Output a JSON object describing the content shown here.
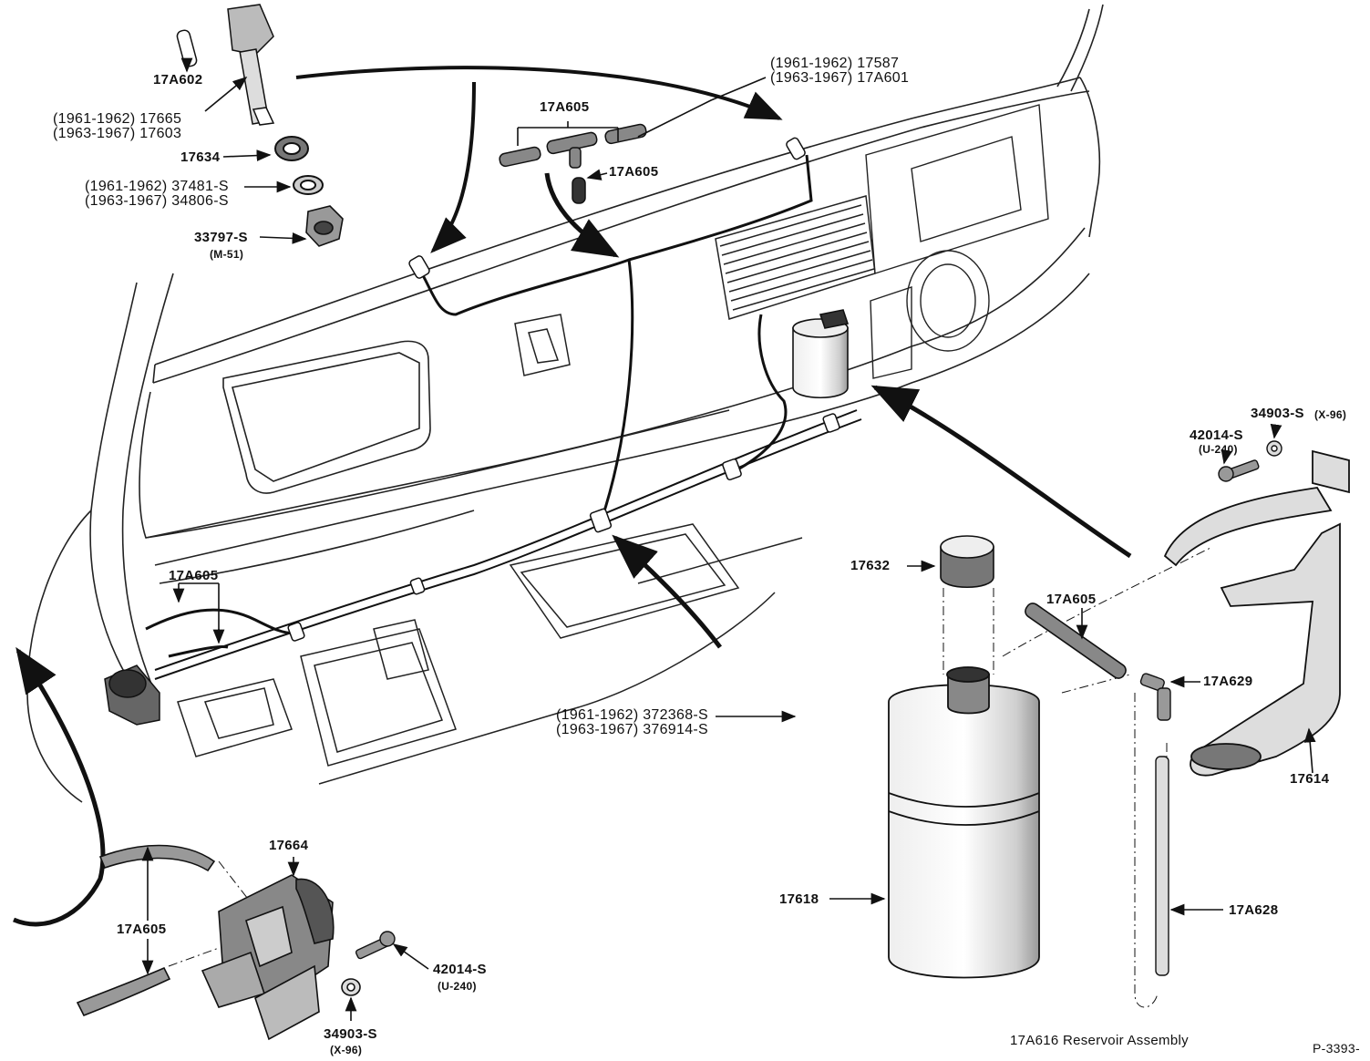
{
  "labels": {
    "l_17A602": "17A602",
    "l_17665_a": "(1961-1962) 17665",
    "l_17665_b": "(1963-1967) 17603",
    "l_17634": "17634",
    "l_37481_a": "(1961-1962) 37481-S",
    "l_37481_b": "(1963-1967) 34806-S",
    "l_33797": "33797-S",
    "l_33797_sub": "(M-51)",
    "l_17587_a": "(1961-1962) 17587",
    "l_17587_b": "(1963-1967) 17A601",
    "l_17A605_top": "17A605",
    "l_17A605_mid": "17A605",
    "l_17A605_left": "17A605",
    "l_372368_a": "(1961-1962) 372368-S",
    "l_372368_b": "(1963-1967) 376914-S",
    "l_34903_top": "34903-S",
    "l_34903_top_sub": "(X-96)",
    "l_42014_top": "42014-S",
    "l_42014_top_sub": "(U-240)",
    "l_17632": "17632",
    "l_17A605_right": "17A605",
    "l_17A629": "17A629",
    "l_17614": "17614",
    "l_17664": "17664",
    "l_17A605_bottom": "17A605",
    "l_42014_bottom": "42014-S",
    "l_42014_bottom_sub": "(U-240)",
    "l_34903_bottom": "34903-S",
    "l_34903_bottom_sub": "(X-96)",
    "l_17618": "17618",
    "l_17A628": "17A628",
    "caption": "17A616  Reservoir Assembly",
    "plate": "P-3393-"
  }
}
